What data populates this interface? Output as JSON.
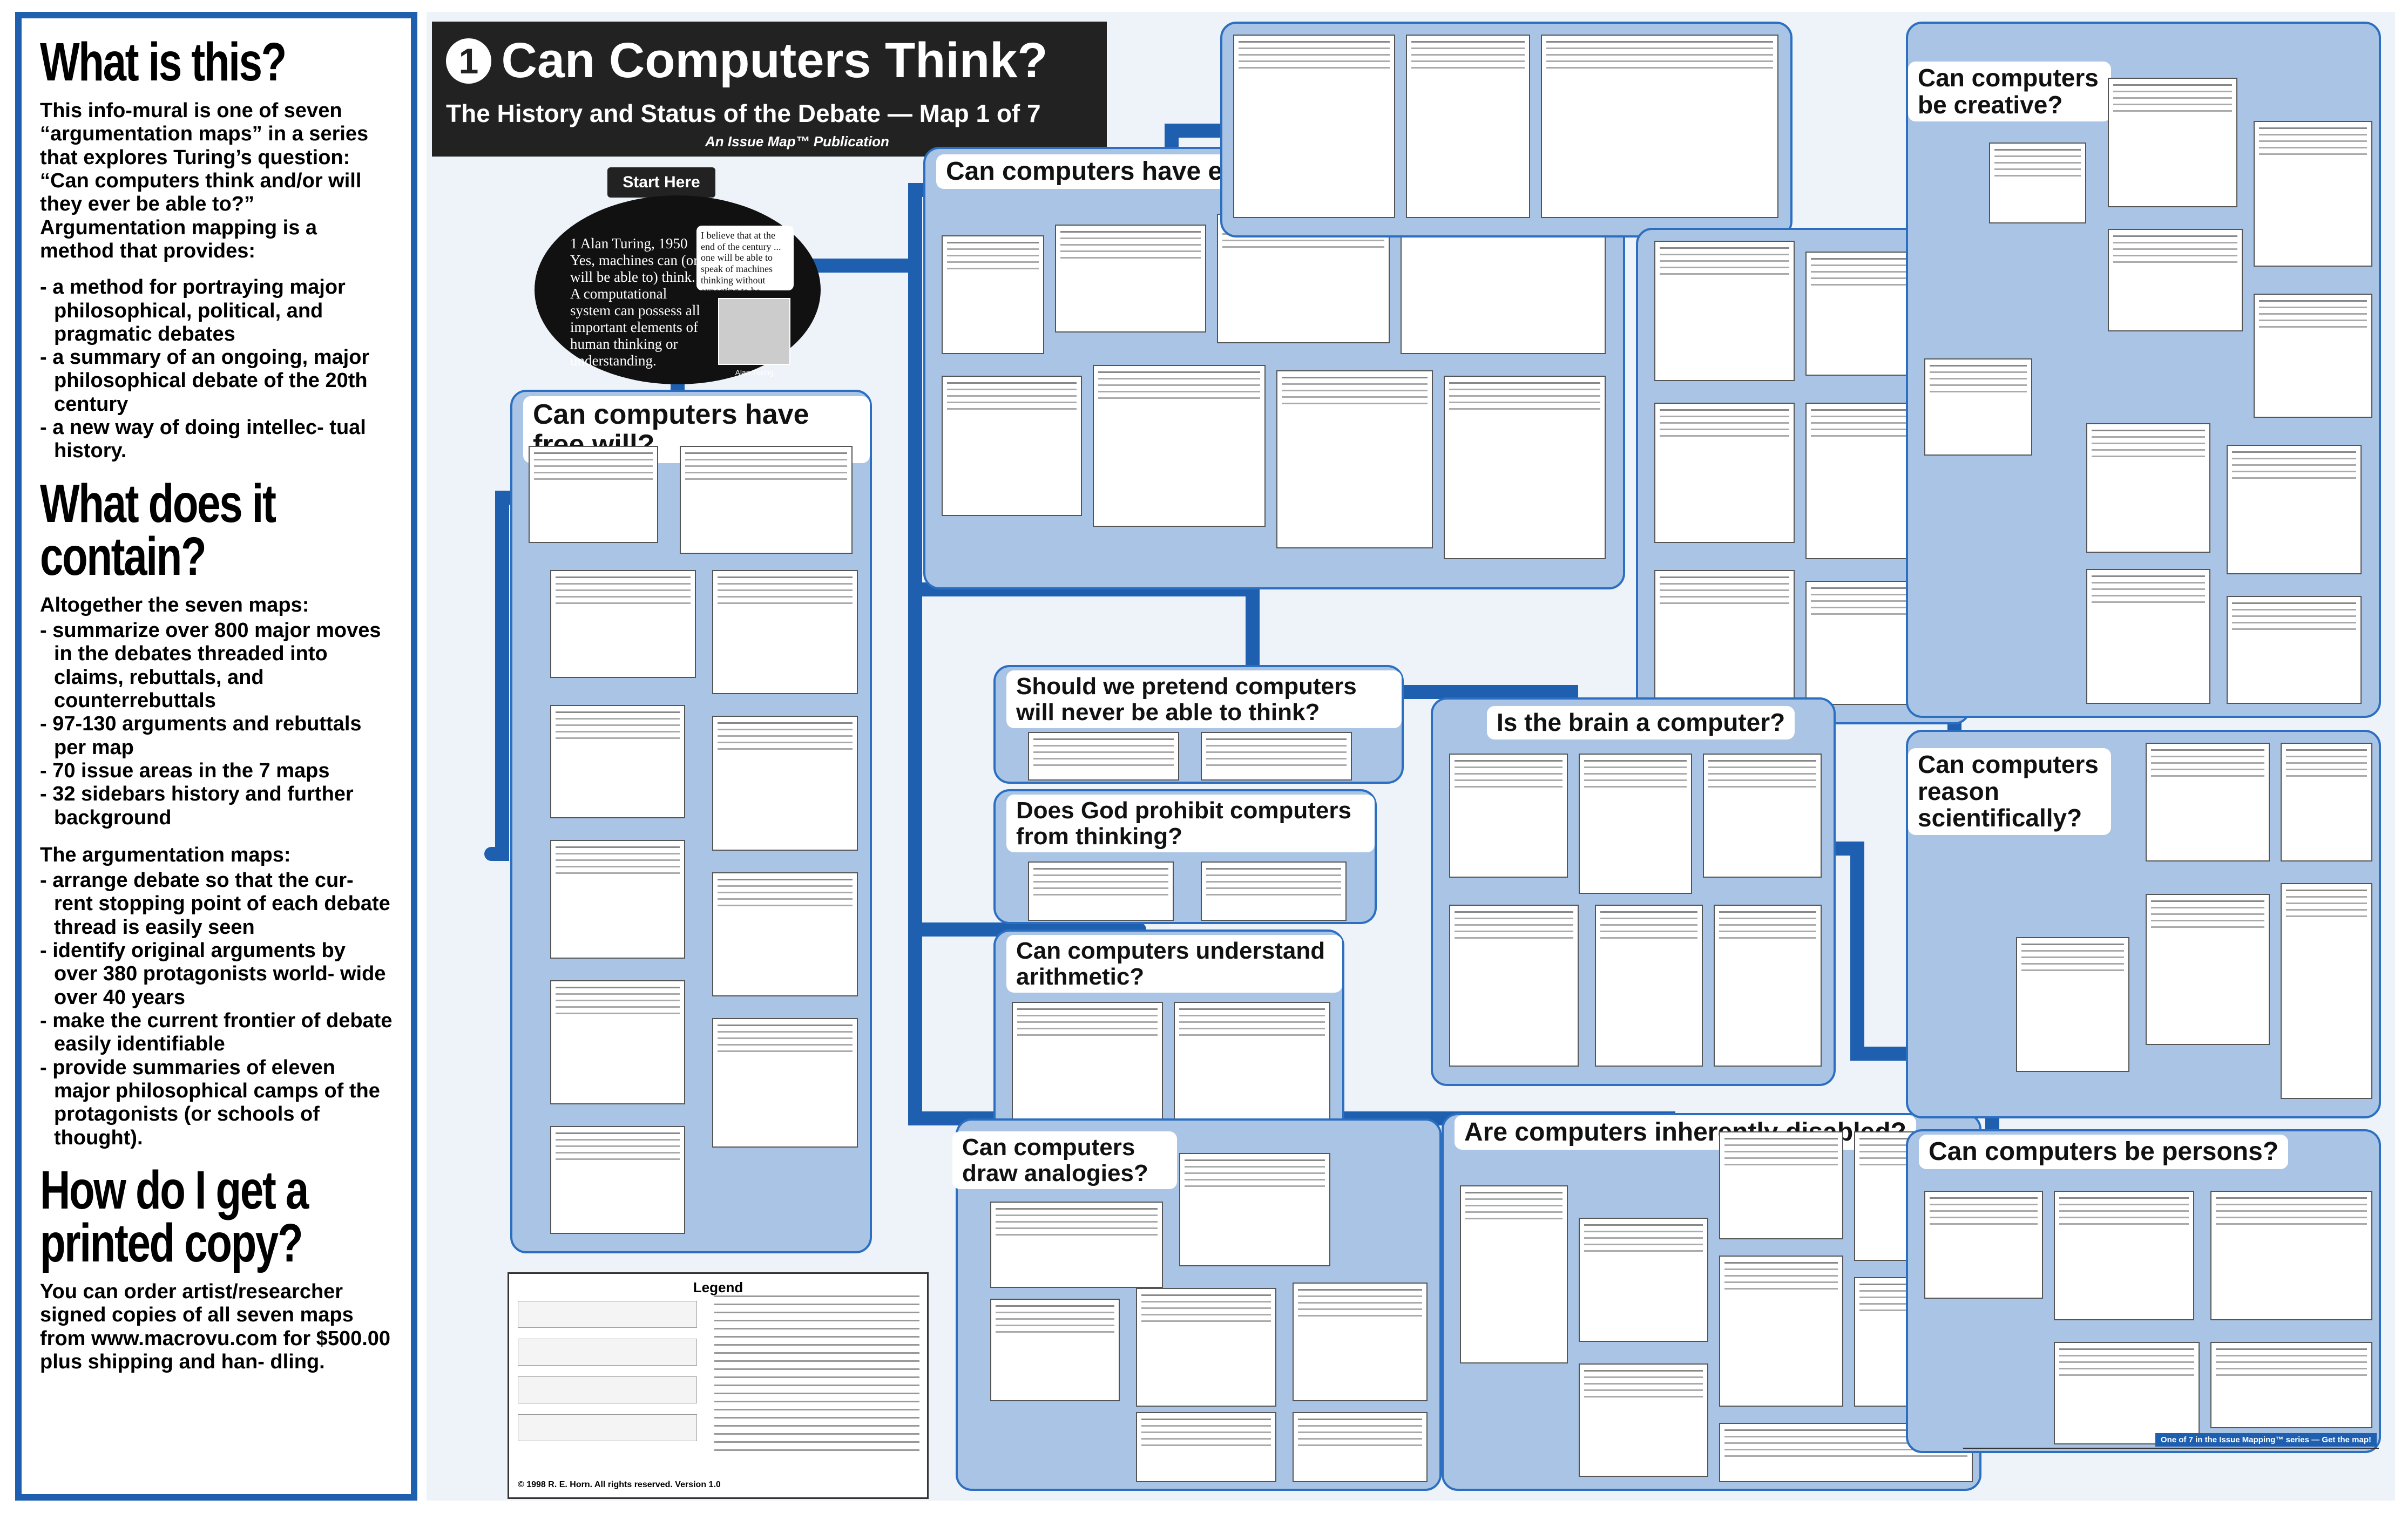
{
  "sidebar": {
    "what_heading": "What is this?",
    "what_text": "This info-mural is one of seven “argumentation maps” in a series that explores Turing’s question: “Can computers think and/or will they ever be able to?”  Argumentation mapping is a method that provides:",
    "what_items": [
      "- a method for portraying major philosophical, political, and pragmatic debates",
      "- a summary of an ongoing, major philosophical debate of the 20th century",
      "- a new way of doing  intellec- tual history."
    ],
    "contain_heading": "What does it contain?",
    "contain_intro": "Altogether the seven maps:",
    "contain_items": [
      "- summarize over 800 major moves in the debates threaded into claims, rebuttals, and counterrebuttals",
      "- 97-130 arguments and rebuttals per map",
      "- 70 issue areas in the 7 maps",
      "- 32 sidebars history and further  background"
    ],
    "maps_intro": "The argumentation maps:",
    "maps_items": [
      "- arrange debate so that the cur- rent stopping point of each debate thread is easily seen",
      "- identify original arguments by over 380 protagonists world- wide over 40 years",
      "- make the current frontier of debate easily identifiable",
      "- provide summaries of eleven major philosophical camps of the protagonists (or schools of thought)."
    ],
    "copy_heading": "How do I get a printed copy?",
    "copy_text": "You can order artist/researcher signed copies of all seven maps from www.macrovu.com for $500.00 plus shipping and han- dling."
  },
  "title": {
    "number": "1",
    "main": "Can Computers Think?",
    "subtitle": "The History and Status of the Debate — Map 1 of 7",
    "publication": "An Issue Map™ Publication"
  },
  "start": {
    "label": "Start Here",
    "claim": "1  Alan Turing, 1950  Yes, machines can (or will be able to) think.  A computational system can possess all important elements of human thinking or understanding.",
    "quote": "I believe that at the end of the century ... one will be able to speak of machines thinking without expecting to be contradicted.",
    "photo_caption": "Alan Turing"
  },
  "regions": [
    "Can computers have free will?",
    "Can computers have emotions?",
    "Should we pretend computers will never be able to think?",
    "Does God prohibit computers from thinking?",
    "Can computers understand arithmetic?",
    "Is the brain a computer?",
    "Can computers draw analogies?",
    "Are computers inherently disabled?",
    "Can computers be creative?",
    "Can computers reason scientifically?",
    "Can computers be persons?"
  ],
  "legend": {
    "title": "Legend",
    "copyright": "© 1998  R. E. Horn.  All rights reserved.  Version 1.0"
  },
  "footer_badge": "One of 7 in the Issue Mapping™ series — Get the map!",
  "colors": {
    "accent": "#1f5fb0",
    "region_fill": "#a9c4e4",
    "title_bg": "#222222"
  }
}
